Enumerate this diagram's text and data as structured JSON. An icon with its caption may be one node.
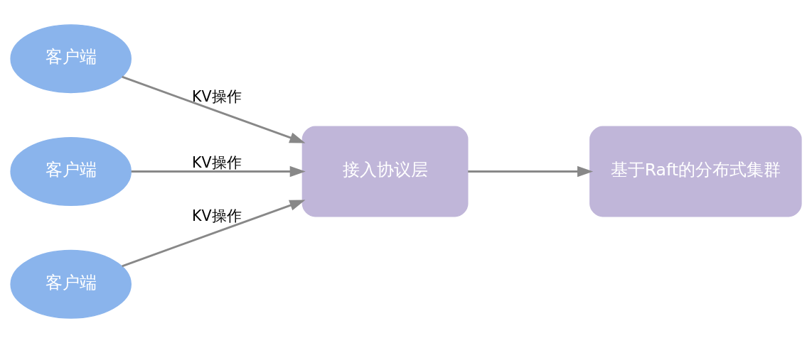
{
  "diagram": {
    "nodes": [
      {
        "text": [
          "客户端"
        ]
      },
      {
        "text": [
          "客户端"
        ]
      },
      {
        "text": [
          "客户端"
        ]
      },
      {
        "text": [
          "接入协议层"
        ]
      },
      {
        "text": [
          "基于Raft的分布式集群"
        ]
      }
    ],
    "edges": [
      {
        "from": 0,
        "to": 3,
        "arrow": "to",
        "label": "KV操作"
      },
      {
        "from": 1,
        "to": 3,
        "arrow": "to",
        "label": "KV操作"
      },
      {
        "from": 2,
        "to": 3,
        "arrow": "to",
        "label": "KV操作"
      },
      {
        "from": 3,
        "to": 4,
        "arrow": "to"
      }
    ]
  }
}
